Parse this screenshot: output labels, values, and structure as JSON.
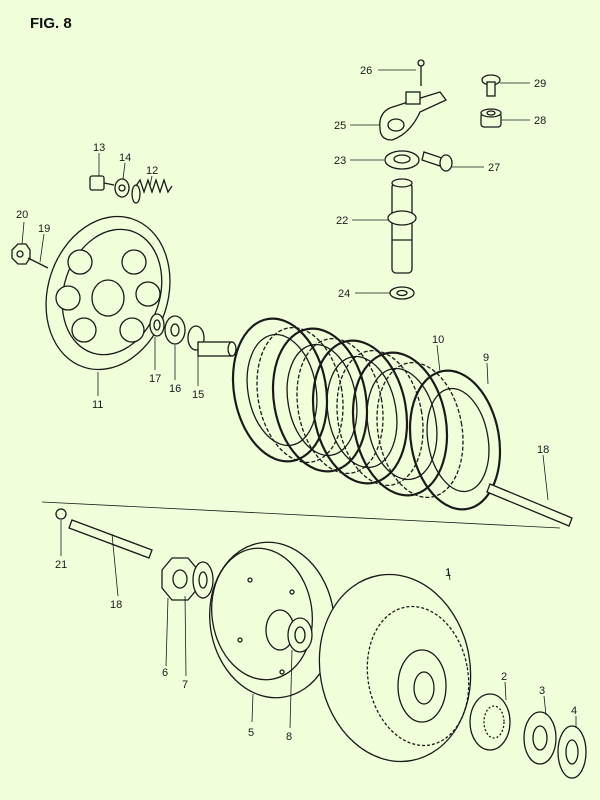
{
  "figure": {
    "title": "FIG. 8"
  },
  "labels": {
    "p1": "1",
    "p2": "2",
    "p3": "3",
    "p4": "4",
    "p5": "5",
    "p6": "6",
    "p7": "7",
    "p8": "8",
    "p9": "9",
    "p10": "10",
    "p11": "11",
    "p12": "12",
    "p13": "13",
    "p14": "14",
    "p15": "15",
    "p16": "16",
    "p17": "17",
    "p18a": "18",
    "p18b": "18",
    "p19": "19",
    "p20": "20",
    "p21": "21",
    "p22": "22",
    "p23": "23",
    "p24": "24",
    "p25": "25",
    "p26": "26",
    "p27": "27",
    "p28": "28",
    "p29": "29"
  }
}
